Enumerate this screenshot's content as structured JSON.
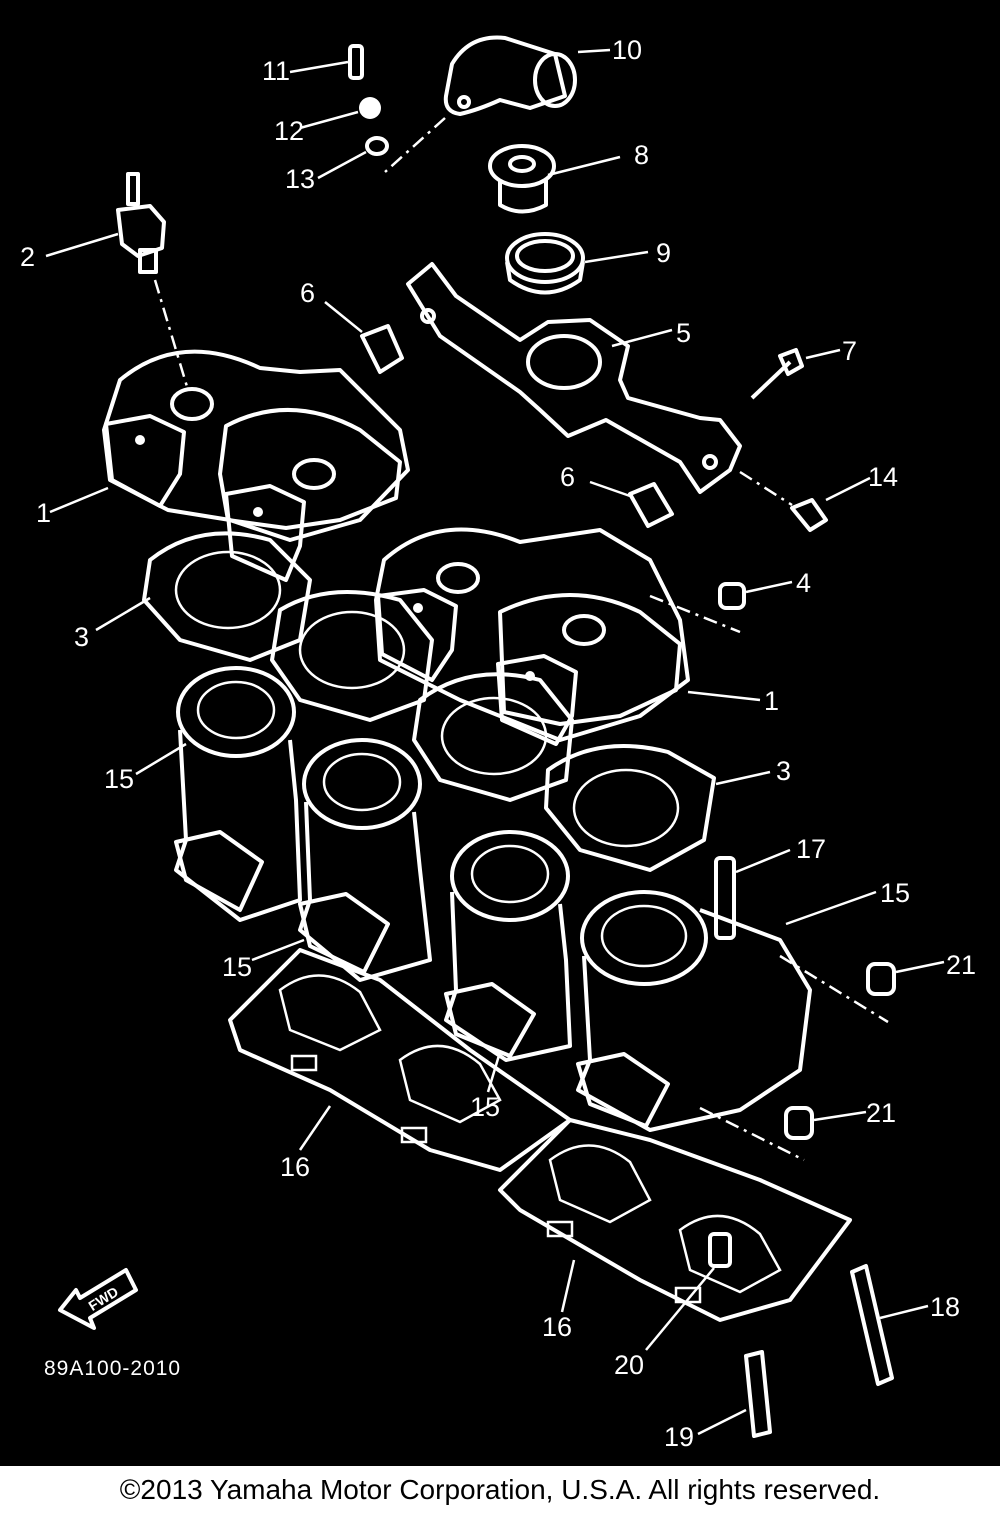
{
  "diagram_code": "89A100-2010",
  "copyright": "©2013 Yamaha Motor Corporation, U.S.A. All rights reserved.",
  "fwd_label": "FWD",
  "colors": {
    "background": "#000000",
    "line": "#ffffff",
    "footer_bg": "#ffffff",
    "footer_text": "#000000"
  },
  "callouts": [
    {
      "id": "c11",
      "label": "11"
    },
    {
      "id": "c12",
      "label": "12"
    },
    {
      "id": "c13",
      "label": "13"
    },
    {
      "id": "c10",
      "label": "10"
    },
    {
      "id": "c8",
      "label": "8"
    },
    {
      "id": "c2",
      "label": "2"
    },
    {
      "id": "c9",
      "label": "9"
    },
    {
      "id": "c6a",
      "label": "6"
    },
    {
      "id": "c5",
      "label": "5"
    },
    {
      "id": "c7",
      "label": "7"
    },
    {
      "id": "c6b",
      "label": "6"
    },
    {
      "id": "c1a",
      "label": "1"
    },
    {
      "id": "c14",
      "label": "14"
    },
    {
      "id": "c4",
      "label": "4"
    },
    {
      "id": "c3a",
      "label": "3"
    },
    {
      "id": "c1b",
      "label": "1"
    },
    {
      "id": "c15a",
      "label": "15"
    },
    {
      "id": "c3b",
      "label": "3"
    },
    {
      "id": "c17",
      "label": "17"
    },
    {
      "id": "c15b",
      "label": "15"
    },
    {
      "id": "c15c",
      "label": "15"
    },
    {
      "id": "c21a",
      "label": "21"
    },
    {
      "id": "c15d",
      "label": "15"
    },
    {
      "id": "c21b",
      "label": "21"
    },
    {
      "id": "c16a",
      "label": "16"
    },
    {
      "id": "c16b",
      "label": "16"
    },
    {
      "id": "c18",
      "label": "18"
    },
    {
      "id": "c20",
      "label": "20"
    },
    {
      "id": "c19",
      "label": "19"
    }
  ]
}
